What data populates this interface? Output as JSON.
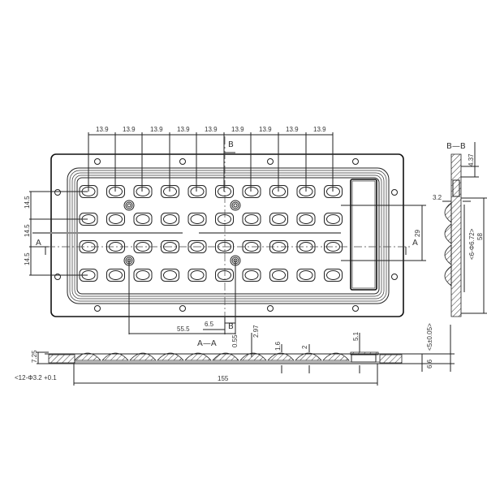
{
  "drawing": {
    "type": "LED lens array mechanical drawing",
    "pitch_labels": [
      "13.9",
      "13.9",
      "13.9",
      "13.9",
      "13.9",
      "13.9",
      "13.9",
      "13.9",
      "13.9"
    ],
    "row_pitch_labels": [
      "14.5",
      "14.5",
      "14.5"
    ],
    "section_labels": {
      "a_left": "A",
      "a_right": "A",
      "b_top": "B",
      "b_bottom": "B",
      "section_aa": "A—A",
      "section_bb": "B—B"
    },
    "dimensions": {
      "d_55_5": "55.5",
      "d_6_5": "6.5",
      "d_0_55": "0.55",
      "d_2_97": "2.97",
      "d_1_6": "1.6",
      "d_2": "2",
      "d_5_1": "5.1",
      "d_5_tol": "<5±0.05>",
      "d_6_6": "6.6",
      "d_7_25": "7.25",
      "d_155": "155",
      "d_29": "29",
      "d_3_2": "3.2",
      "d_4_37": "4.37",
      "d_58": "58",
      "d_holes": "<6-Φ6.72>",
      "d_note": "<12-Φ3.2 +0.1"
    }
  }
}
